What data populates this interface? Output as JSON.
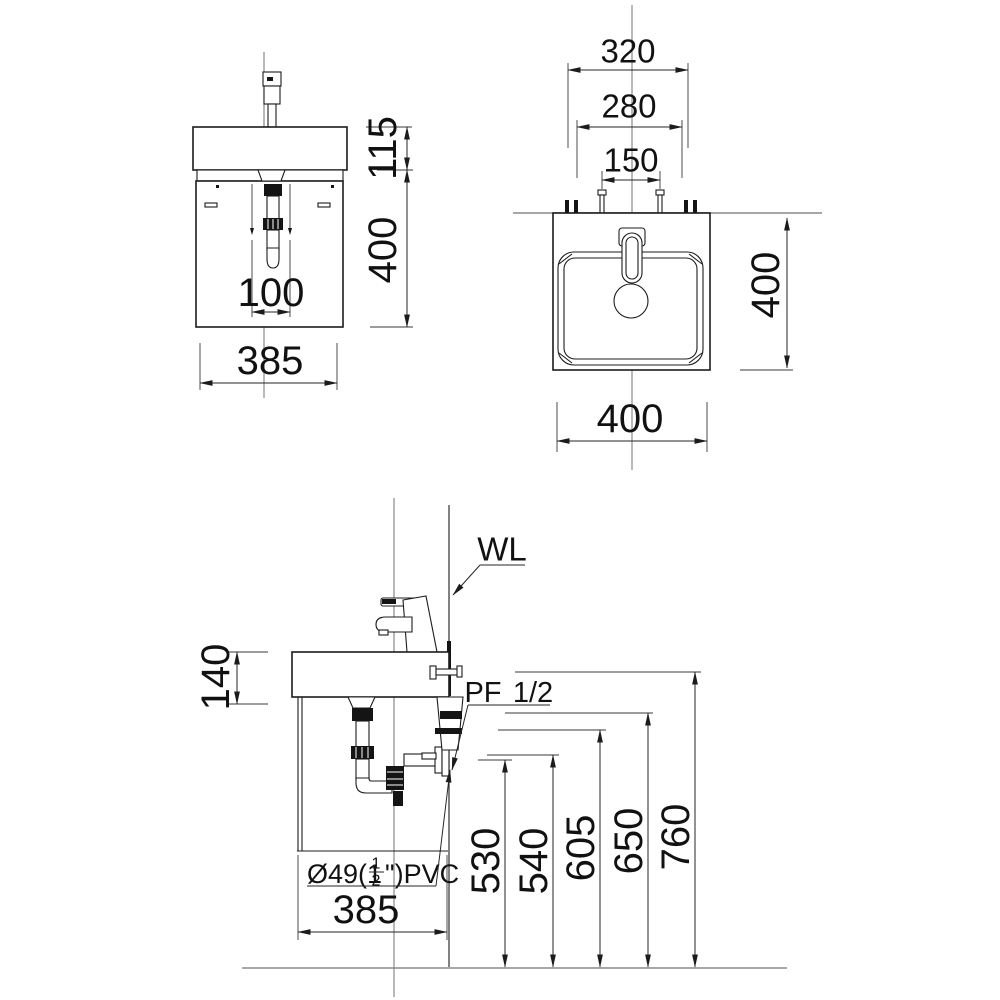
{
  "drawing_type": "sink-cabinet-installation-diagram",
  "colors": {
    "line": "#1c1c1c",
    "aux_gray": "#8a8a8a",
    "background": "#ffffff",
    "text": "#111111"
  },
  "front_view": {
    "basin_height": "115",
    "cabinet_height": "400",
    "drain_offset": "100",
    "width": "385"
  },
  "plan_view": {
    "hanger_span": "320",
    "inner_span": "280",
    "faucet_hole_span": "150",
    "depth": "400",
    "width": "400"
  },
  "side_view": {
    "wall_label": "WL",
    "supply_label": "PF",
    "supply_size": "1/2",
    "drain_label_prefix": "Ø49(1",
    "drain_label_num": "1",
    "drain_label_den": "2",
    "drain_label_suffix": "\")PVC",
    "counter_height": "140",
    "depth": "385",
    "heights": [
      "530",
      "540",
      "605",
      "650",
      "760"
    ]
  }
}
